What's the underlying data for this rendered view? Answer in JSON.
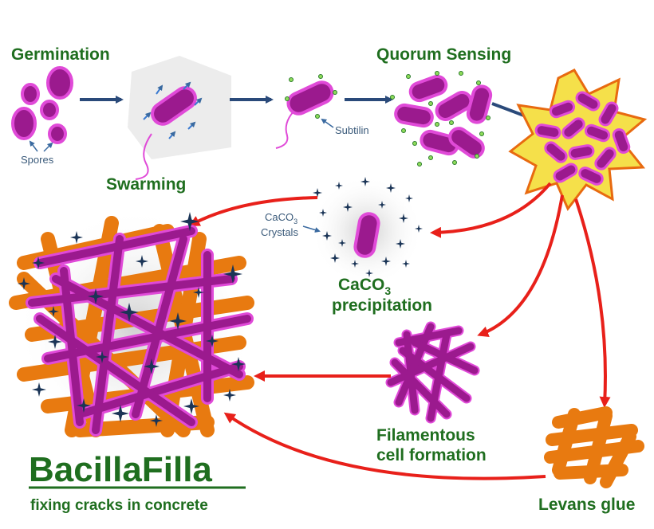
{
  "stages": {
    "germination": "Germination",
    "swarming": "Swarming",
    "quorum": "Quorum Sensing",
    "caco3_top": "CaCO",
    "caco3_sub": "3",
    "precipitation": "precipitation",
    "filamentous_1": "Filamentous",
    "filamentous_2": "cell formation",
    "levans": "Levans glue"
  },
  "annotations": {
    "spores": "Spores",
    "subtilin": "Subtilin",
    "crystals_1": "CaCO",
    "crystals_sub": "3",
    "crystals_2": "Crystals"
  },
  "title": {
    "main": "BacillaFilla",
    "subtitle": "fixing cracks in concrete"
  },
  "colors": {
    "bacterium_fill": "#9b1a8e",
    "bacterium_outline": "#e04ad8",
    "label_green": "#1f6e1f",
    "arrow_blue": "#2a4a7a",
    "arrow_red": "#e8201a",
    "glue_orange": "#e87a10",
    "star_navy": "#1a3456",
    "burst_yellow": "#f5e04a"
  }
}
